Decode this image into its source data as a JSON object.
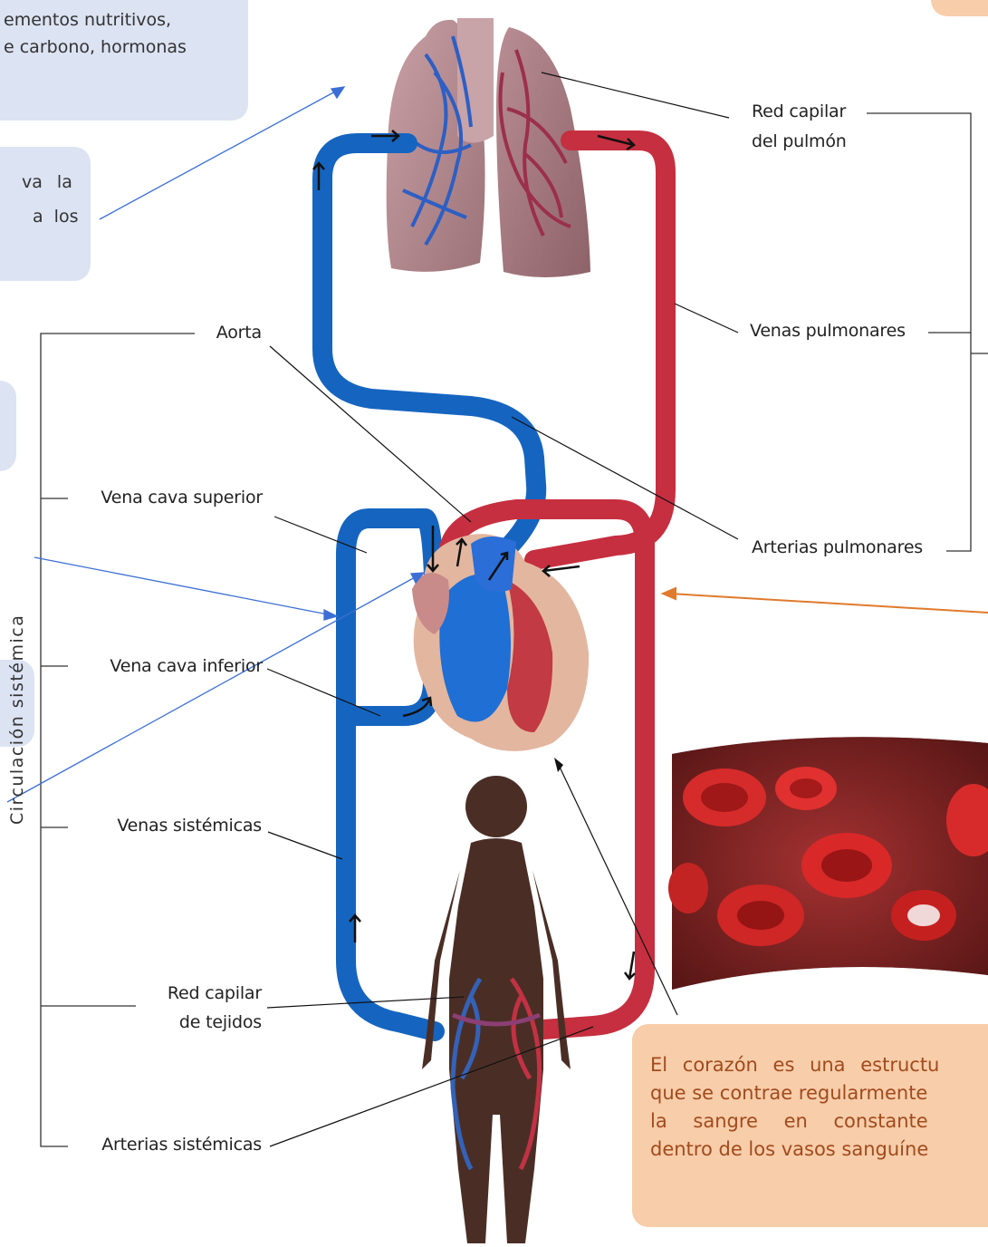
{
  "info_box_top": {
    "line1": "ementos nutritivos,",
    "line2": "e carbono, hormonas"
  },
  "info_box_second": {
    "line1": "va la",
    "line2": "a los"
  },
  "labels": {
    "aorta": "Aorta",
    "vena_cava_superior": "Vena cava superior",
    "vena_cava_inferior": "Vena cava inferior",
    "venas_sistemicas": "Venas sistémicas",
    "red_capilar_tejidos_1": "Red capilar",
    "red_capilar_tejidos_2": "de tejidos",
    "arterias_sistemicas": "Arterias sistémicas",
    "red_capilar_pulmon_1": "Red capilar",
    "red_capilar_pulmon_2": "del pulmón",
    "venas_pulmonares": "Venas pulmonares",
    "arterias_pulmonares": "Arterias pulmonares",
    "circulacion_sistemica": "Circulación sistémica"
  },
  "heart_text": "El corazón es una estructu que se contrae regularmente la sangre en constante dentro de los vasos sanguíne",
  "heart_text_lines": [
    "El corazón es una estructu",
    "que se contrae regularmente",
    "la sangre en constante",
    "dentro de los vasos sanguíne"
  ],
  "colors": {
    "blue_vessel": "#1565c0",
    "red_vessel": "#c62f3f",
    "box_blue": "#dce3f3",
    "box_orange": "#f7cdaa",
    "pointer_blue": "#3b6fd6",
    "pointer_orange": "#e07a2c"
  }
}
